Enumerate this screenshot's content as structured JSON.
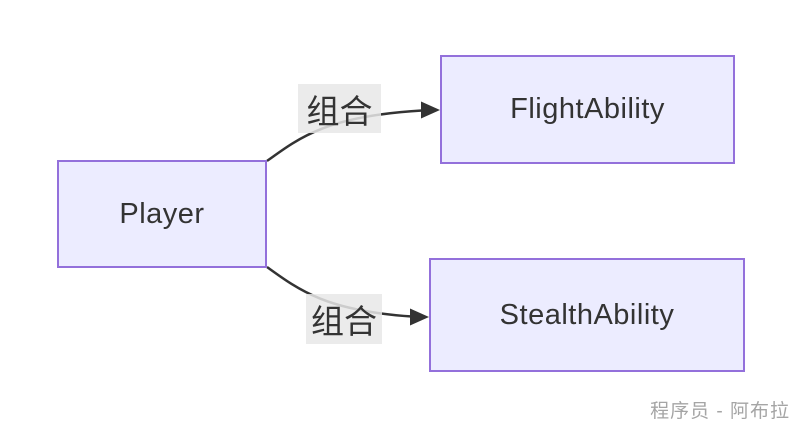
{
  "diagram": {
    "type": "flowchart",
    "nodes": [
      {
        "id": "player",
        "label": "Player"
      },
      {
        "id": "flight",
        "label": "FlightAbility"
      },
      {
        "id": "stealth",
        "label": "StealthAbility"
      }
    ],
    "edges": [
      {
        "from": "Player",
        "to": "FlightAbility",
        "label": "组合"
      },
      {
        "from": "Player",
        "to": "StealthAbility",
        "label": "组合"
      }
    ],
    "colors": {
      "node_fill": "#ECECFF",
      "node_border": "#9370DB",
      "edge_line": "#333333",
      "edge_label_bg": "#e8e8e8",
      "text": "#333333"
    }
  },
  "watermark": {
    "text": "程序员 - 阿布拉"
  }
}
